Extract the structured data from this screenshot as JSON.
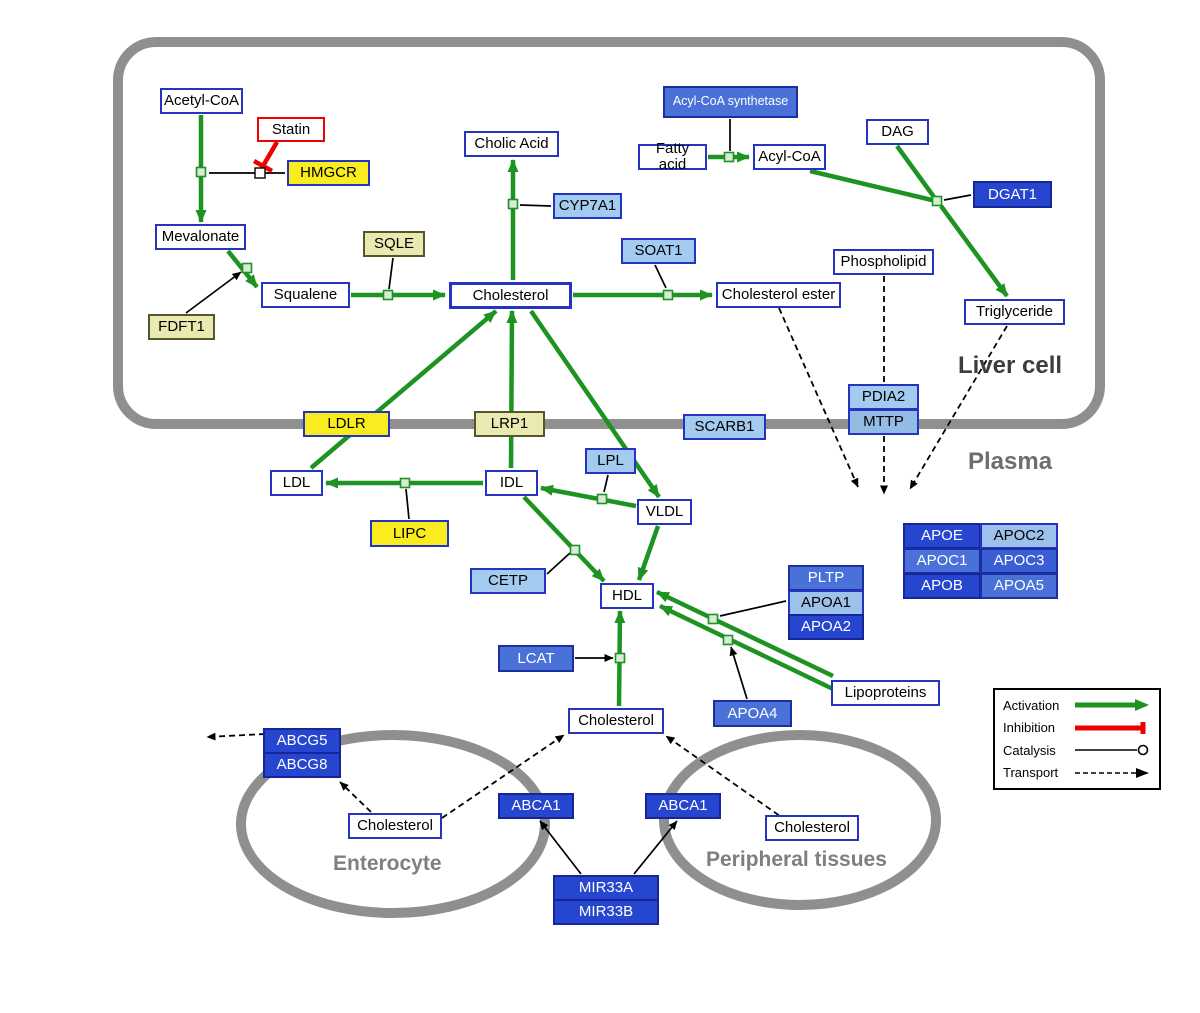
{
  "regions": {
    "liver": {
      "label": "Liver cell"
    },
    "plasma": {
      "label": "Plasma"
    },
    "enterocyte": {
      "label": "Enterocyte"
    },
    "peripheral": {
      "label": "Peripheral tissues"
    }
  },
  "legend": {
    "items": [
      {
        "label": "Activation"
      },
      {
        "label": "Inhibition"
      },
      {
        "label": "Catalysis"
      },
      {
        "label": "Transport"
      }
    ]
  },
  "palette": {
    "activation_green": "#1d9422",
    "inhibition_red": "#ee0000",
    "membrane_gray": "#8f8f8f",
    "gene_dark_blue": "#2746cf",
    "gene_mid_blue": "#4a71d8",
    "gene_light_blue": "#a3cbf0",
    "enzyme_yellow": "#f9ed1f",
    "enzyme_pale_yellow": "#e9e9b2",
    "metabolite_border_blue": "#2433c0"
  },
  "nodes": {
    "acetyl_coa": "Acetyl-CoA",
    "statin": "Statin",
    "hmgcr": "HMGCR",
    "mevalonate": "Mevalonate",
    "sqle": "SQLE",
    "fdft1": "FDFT1",
    "squalene": "Squalene",
    "cholesterol_liver": "Cholesterol",
    "cholic_acid": "Cholic Acid",
    "cyp7a1": "CYP7A1",
    "acyl_coa_synthetase": "Acyl-CoA synthetase",
    "fatty_acid": "Fatty acid",
    "acyl_coa": "Acyl-CoA",
    "dag": "DAG",
    "dgat1": "DGAT1",
    "soat1": "SOAT1",
    "cholesterol_ester": "Cholesterol ester",
    "phospholipid": "Phospholipid",
    "triglyceride": "Triglyceride",
    "ldlr": "LDLR",
    "lrp1": "LRP1",
    "scarb1": "SCARB1",
    "pdia2": "PDIA2",
    "mttp": "MTTP",
    "ldl": "LDL",
    "idl": "IDL",
    "lpl": "LPL",
    "vldl": "VLDL",
    "lipc": "LIPC",
    "cetp": "CETP",
    "hdl": "HDL",
    "pltp": "PLTP",
    "apoa1": "APOA1",
    "apoa2": "APOA2",
    "apoe": "APOE",
    "apoc2": "APOC2",
    "apoc1": "APOC1",
    "apoc3": "APOC3",
    "apob": "APOB",
    "apoa5": "APOA5",
    "lcat": "LCAT",
    "apoa4": "APOA4",
    "lipoproteins": "Lipoproteins",
    "cholesterol_plasma": "Cholesterol",
    "abcg5": "ABCG5",
    "abcg8": "ABCG8",
    "cholesterol_enterocyte": "Cholesterol",
    "abca1_left": "ABCA1",
    "abca1_right": "ABCA1",
    "cholesterol_peripheral": "Cholesterol",
    "mir33a": "MIR33A",
    "mir33b": "MIR33B"
  }
}
